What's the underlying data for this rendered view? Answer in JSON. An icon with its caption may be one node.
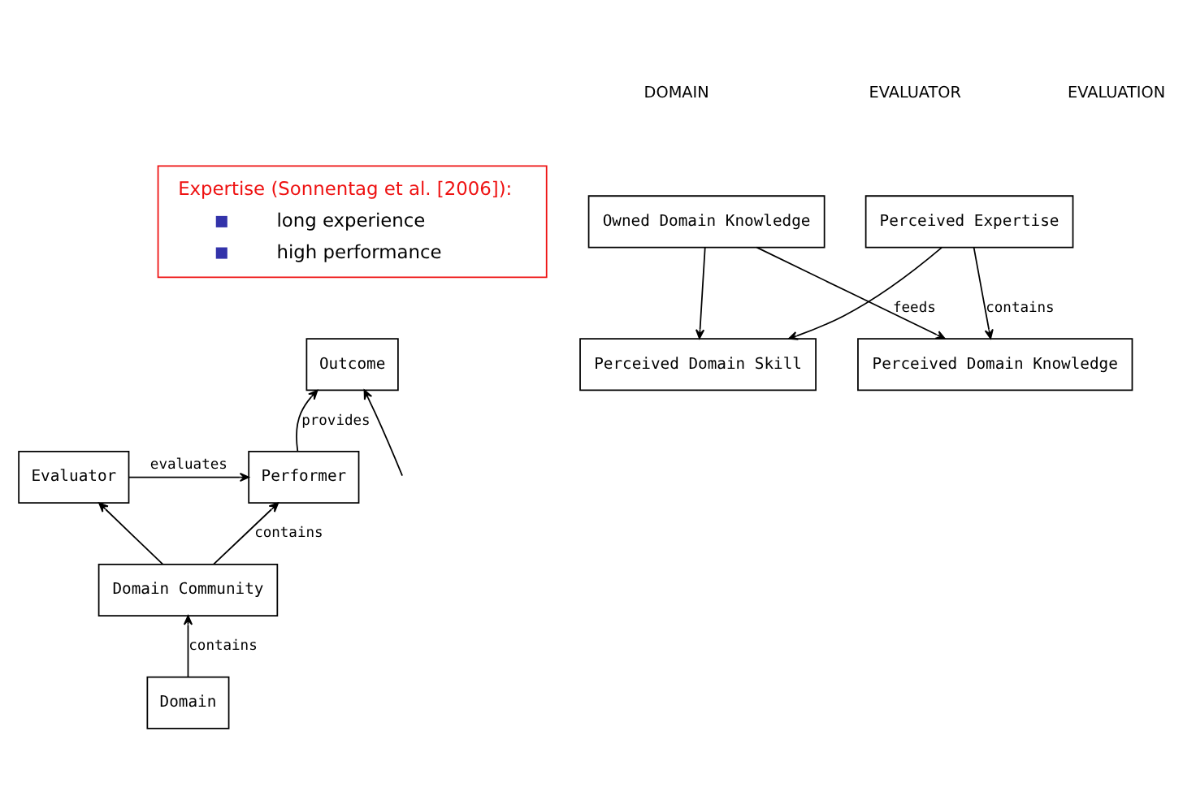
{
  "diagram": {
    "nodes": [
      {
        "text": [
          "Perceived Expertise"
        ]
      },
      {
        "text": [
          "Expertise (Sonnentag et al. [2006]):",
          "long experience",
          "high performance"
        ]
      },
      {
        "text": [
          "Outcome"
        ]
      },
      {
        "text": [
          "Performer"
        ]
      },
      {
        "text": [
          "Evaluator"
        ]
      },
      {
        "text": [
          "Domain Community"
        ]
      },
      {
        "text": [
          "Domain"
        ]
      },
      {
        "text": [
          "Perceived Domain Knowledge"
        ]
      },
      {
        "text": [
          "Perceived Domain Skill"
        ]
      },
      {
        "text": [
          "Owned Domain Knowledge"
        ]
      }
    ],
    "edges": [
      {
        "from": 3,
        "to": 2,
        "arrow": "to",
        "label": "provides"
      },
      {
        "from": null,
        "to": 2,
        "arrow": "to"
      },
      {
        "from": 4,
        "to": 3,
        "arrow": "to",
        "label": "evaluates"
      },
      {
        "from": 5,
        "to": 3,
        "arrow": "to",
        "label": "contains"
      },
      {
        "from": 5,
        "to": 4,
        "arrow": "to"
      },
      {
        "from": 6,
        "to": 5,
        "arrow": "to",
        "label": "contains"
      },
      {
        "from": 0,
        "to": 7,
        "arrow": "to",
        "label": "contains"
      },
      {
        "from": 0,
        "to": 8,
        "arrow": "to"
      },
      {
        "from": 9,
        "to": 7,
        "arrow": "to",
        "label": "feeds"
      },
      {
        "from": 9,
        "to": 8,
        "arrow": "to"
      }
    ],
    "labels": [
      "DOMAIN",
      "EVALUATOR",
      "EVALUATION"
    ]
  }
}
